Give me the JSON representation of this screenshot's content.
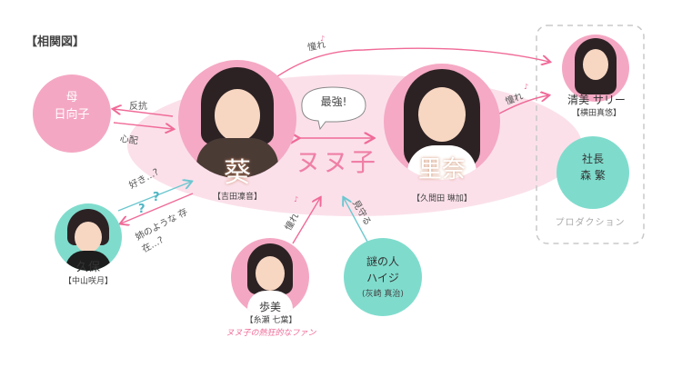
{
  "title": "【相関図】",
  "center": {
    "label": "ヌヌ子",
    "badge": "最強!"
  },
  "characters": {
    "aoi": {
      "name": "葵",
      "actor": "【吉田凜音】"
    },
    "rina": {
      "name": "里奈",
      "actor": "【久間田 琳加】"
    },
    "mother": {
      "role": "母",
      "name": "日向子"
    },
    "kubo": {
      "name": "久保",
      "actor": "【中山咲月】"
    },
    "ayumi": {
      "name": "歩美",
      "actor": "【糸瀬 七葉】",
      "note": "ヌヌ子の熱狂的なファン"
    },
    "haiji": {
      "title": "謎の人",
      "name": "ハイジ",
      "actor": "(灰崎 真治)"
    },
    "sally": {
      "name": "清美 サリー",
      "actor": "【横田真悠】"
    },
    "president": {
      "role": "社長",
      "name": "森 繁"
    }
  },
  "production": {
    "label": "プロダクション"
  },
  "relations": {
    "aoi_to_sally": "憧れ",
    "rina_to_sally": "憧れ",
    "aoi_to_mother": "反抗",
    "mother_to_aoi": "心配",
    "kubo_to_aoi": "好き…?",
    "aoi_to_kubo": "姉のような 存在…?",
    "ayumi_to_center": "憧れ",
    "haiji_to_center": "見守る"
  },
  "colors": {
    "pink": "#ef7fa6",
    "pink_light": "#fbe0ea",
    "mint": "#7fdccd",
    "arrow": "#f06a98"
  }
}
